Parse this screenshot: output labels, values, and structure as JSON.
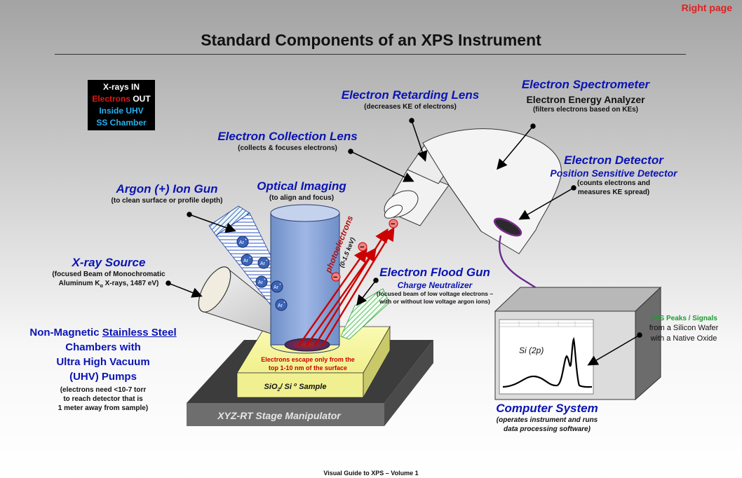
{
  "corner_label": "Right page",
  "title": "Standard Components of an XPS Instrument",
  "legend": {
    "xrays": {
      "text": "X-rays ",
      "strong": "IN",
      "color": "#ffffff"
    },
    "electrons": {
      "text": "Electrons ",
      "strong": "OUT",
      "color": "#e01818"
    },
    "uhv": {
      "text": "Inside UHV",
      "color": "#2ab0f0"
    },
    "chamber": {
      "text": "SS Chamber",
      "color": "#2ab0f0"
    }
  },
  "labels": {
    "retarding_lens": {
      "title": "Electron Retarding Lens",
      "sub": "(decreases KE of electrons)"
    },
    "spectrometer": {
      "title": "Electron Spectrometer",
      "sub1": "Electron Energy Analyzer",
      "sub2": "(filters electrons based on KEs)"
    },
    "collection_lens": {
      "title": "Electron Collection Lens",
      "sub": "(collects & focuses electrons)"
    },
    "detector": {
      "title": "Electron Detector",
      "sub1": "Position Sensitive Detector",
      "sub2": "(counts electrons and",
      "sub3": "measures KE spread)"
    },
    "ion_gun": {
      "title": "Argon (+) Ion Gun",
      "sub": "(to clean surface or profile depth)"
    },
    "optical": {
      "title": "Optical Imaging",
      "sub": "(to align and focus)"
    },
    "xray_source": {
      "title": "X-ray Source",
      "sub1": "(focused Beam of Monochromatic",
      "sub2": "Aluminum K",
      "sub2_sub": "α",
      "sub2_end": " X-rays, 1487 eV)"
    },
    "flood_gun": {
      "title": "Electron Flood Gun",
      "sub1": "Charge Neutralizer",
      "sub2": "(focused beam of low voltage electrons –",
      "sub3": "with or without low voltage argon ions)"
    },
    "chambers": {
      "line1a": "Non-Magnetic ",
      "line1b": "Stainless Steel",
      "line2": "Chambers with",
      "line3": "Ultra High Vacuum",
      "line4": "(UHV) Pumps",
      "sub1": "(electrons need <10-7 torr",
      "sub2": "to reach detector that is",
      "sub3": "1 meter away from sample)"
    },
    "xps_peaks": {
      "title": "XPS Peaks / Signals",
      "sub1": "from a Silicon Wafer",
      "sub2": "with a Native Oxide"
    },
    "computer": {
      "title": "Computer System",
      "sub1": "(operates instrument and runs",
      "sub2": "data processing software)"
    }
  },
  "photoelectrons": {
    "label": "photoelectrons",
    "energy": "(0-1.5 keV)"
  },
  "escape_note": {
    "line1": "Electrons escape only from the",
    "line2": "top 1-10 nm of the surface"
  },
  "sample_label": {
    "a": "SiO",
    "a_sub": "2",
    "b": "/ Si ",
    "b_sup": "o",
    "c": " Sample"
  },
  "stage_label": "XYZ-RT Stage Manipulator",
  "argon_ion": "Ar",
  "argon_sup": "+",
  "spectrum_label": "Si (2p)",
  "electron_symbol": "−",
  "footer": "Visual Guide to XPS – Volume 1"
}
